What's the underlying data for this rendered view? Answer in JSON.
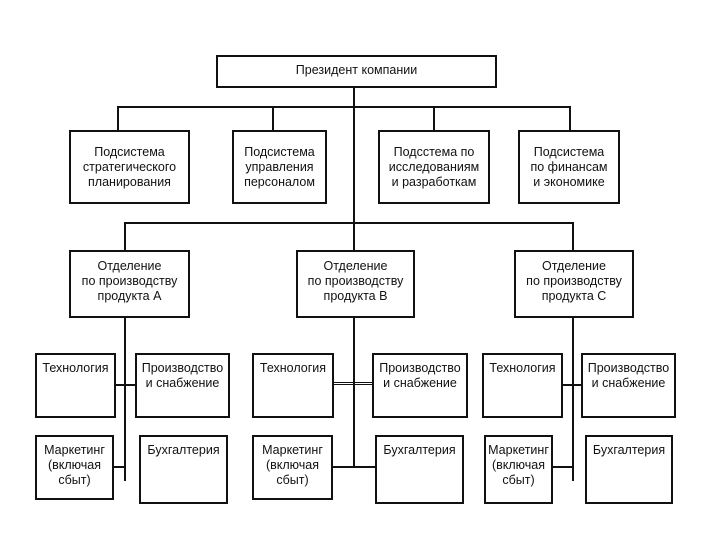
{
  "president": "Президент компании",
  "subsystems": [
    "Подсистема\nстратегического\nпланирования",
    "Подсистема\nуправления\nперсоналом",
    "Подсстема по\nисследованиям\nи разработкам",
    "Подсистема\nпо финансам\nи экономике"
  ],
  "divisions": [
    {
      "title": "Отделение\nпо производству\nпродукта А",
      "tech": "Технология",
      "prod": "Производство\nи снабжение",
      "mkt": "Маркетинг\n(включая\nсбыт)",
      "acc": "Бухгалтерия"
    },
    {
      "title": "Отделение\nпо производству\nпродукта В",
      "tech": "Технология",
      "prod": "Производство\nи снабжение",
      "mkt": "Маркетинг\n(включая\nсбыт)",
      "acc": "Бухгалтерия"
    },
    {
      "title": "Отделение\nпо производству\nпродукта С",
      "tech": "Технология",
      "prod": "Производство\nи снабжение",
      "mkt": "Маркетинг\n(включая\nсбыт)",
      "acc": "Бухгалтерия"
    }
  ]
}
